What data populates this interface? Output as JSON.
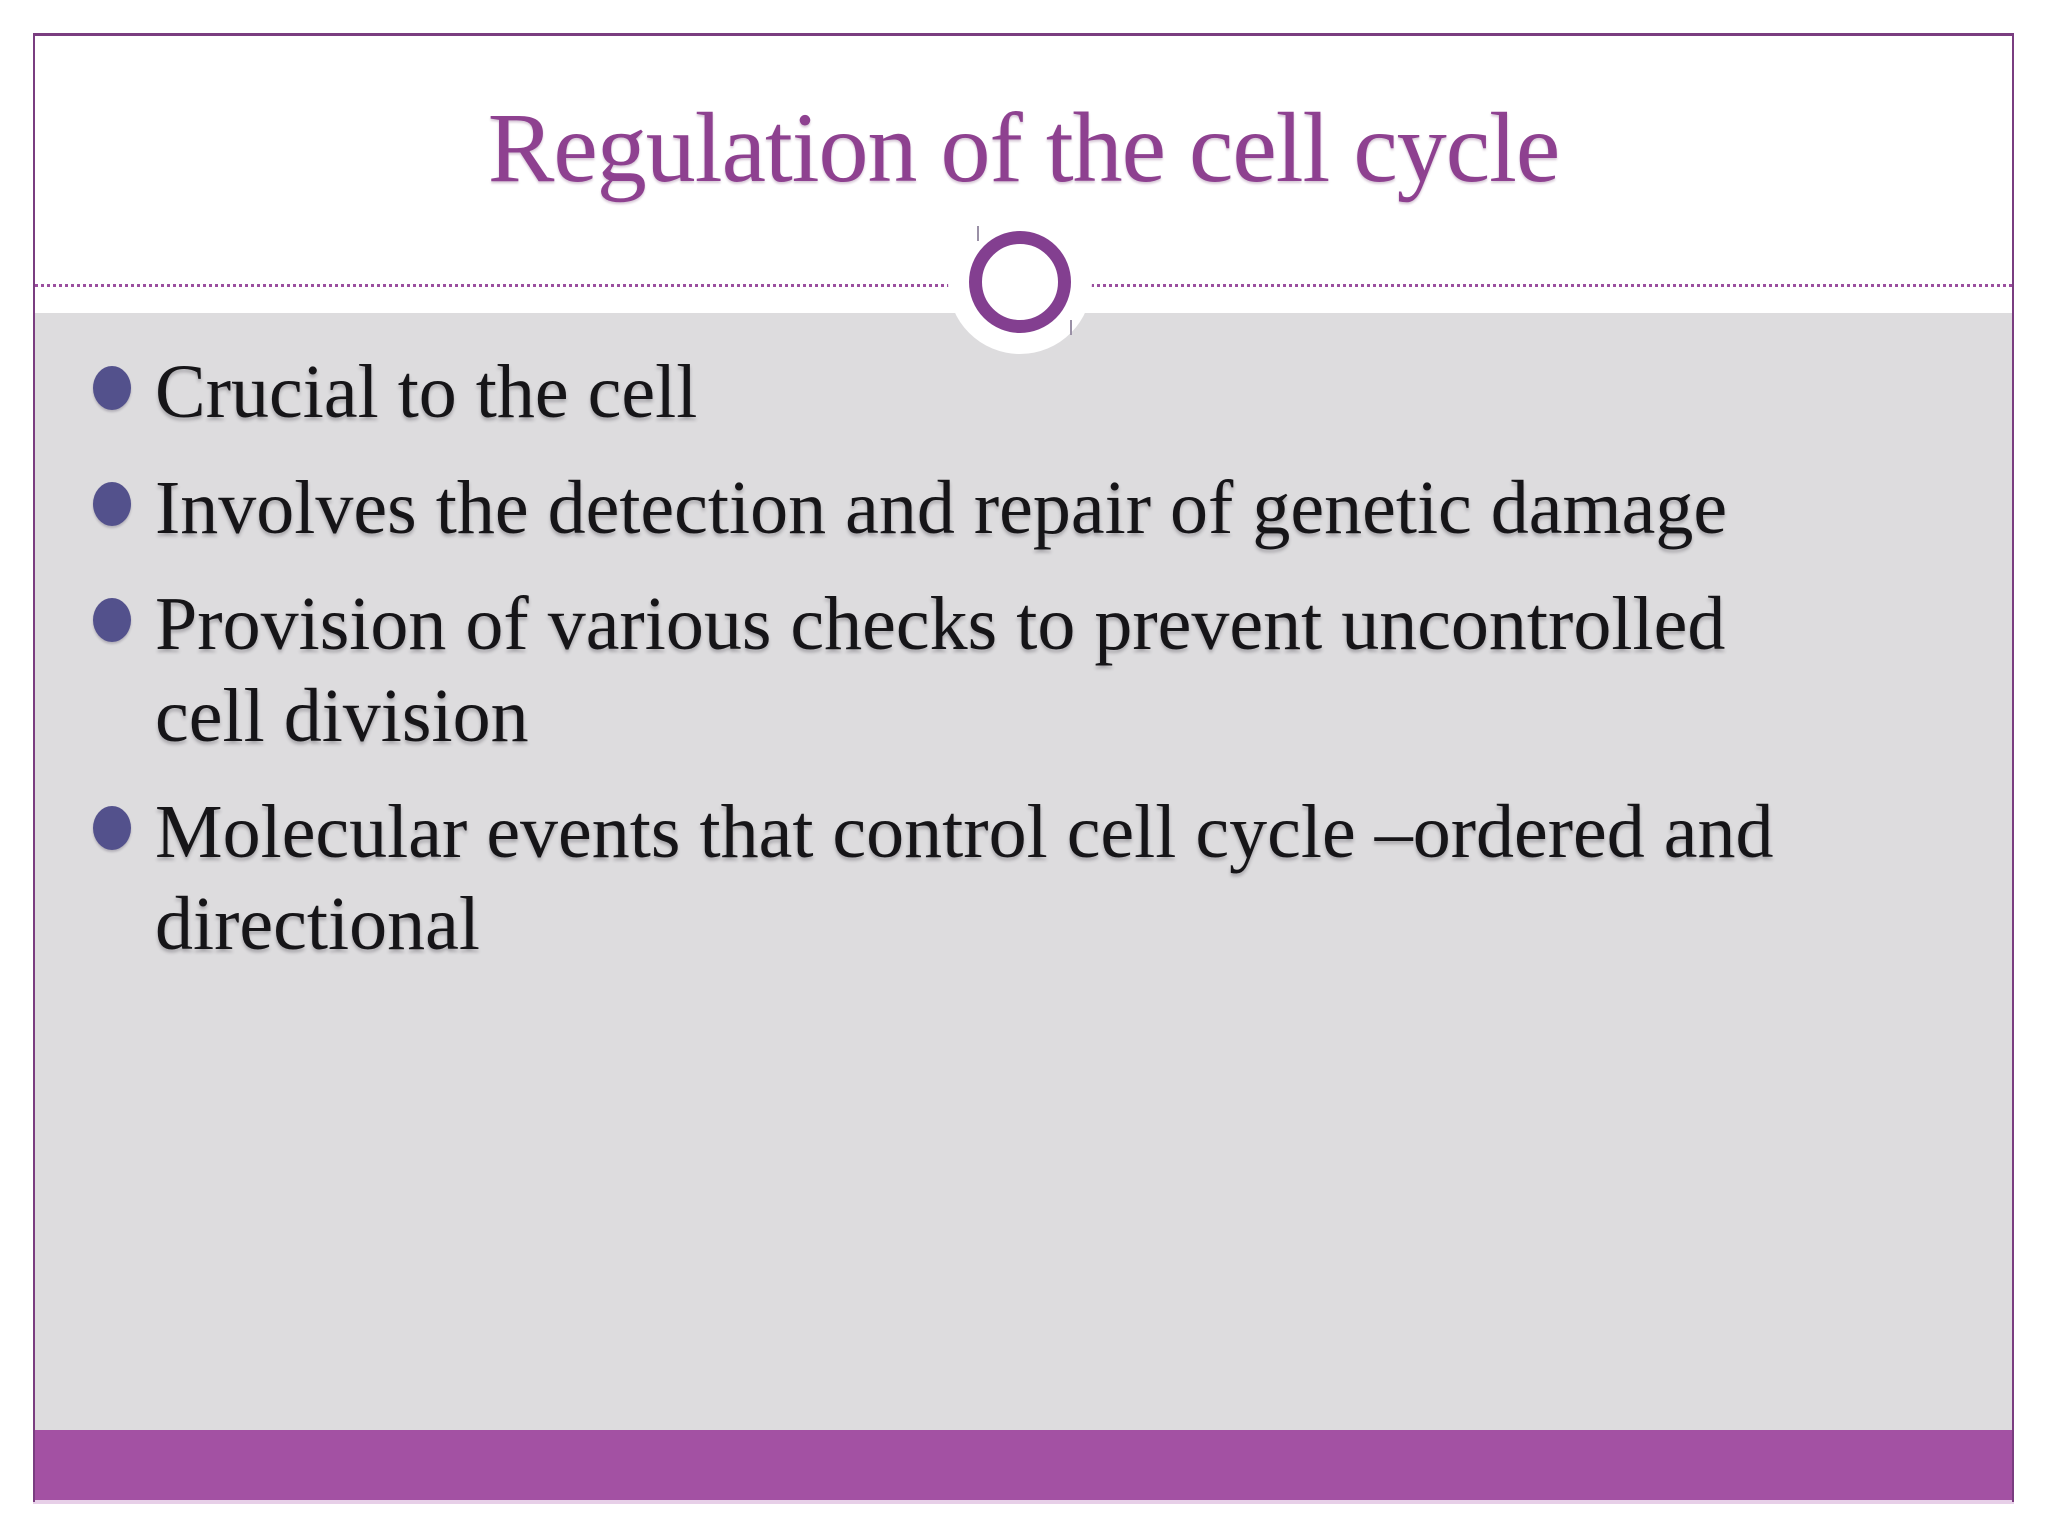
{
  "slide": {
    "title": "Regulation of the cell cycle",
    "bullets": [
      "Crucial to the cell",
      "Involves the detection and repair of genetic damage",
      "Provision of various checks to prevent uncontrolled\ncell division",
      "Molecular events that control cell cycle –ordered and\ndirectional"
    ]
  },
  "theme": {
    "title_color": "#8e4190",
    "body_text_color": "#161518",
    "bullet_color": "#53518c",
    "content_bg": "#dddcde",
    "frame_border": "#7a3d80",
    "dotted_line": "#9b4f9f",
    "ring": "#833f90",
    "footer_bar": "#a351a3",
    "tick": "#9a90a6"
  }
}
